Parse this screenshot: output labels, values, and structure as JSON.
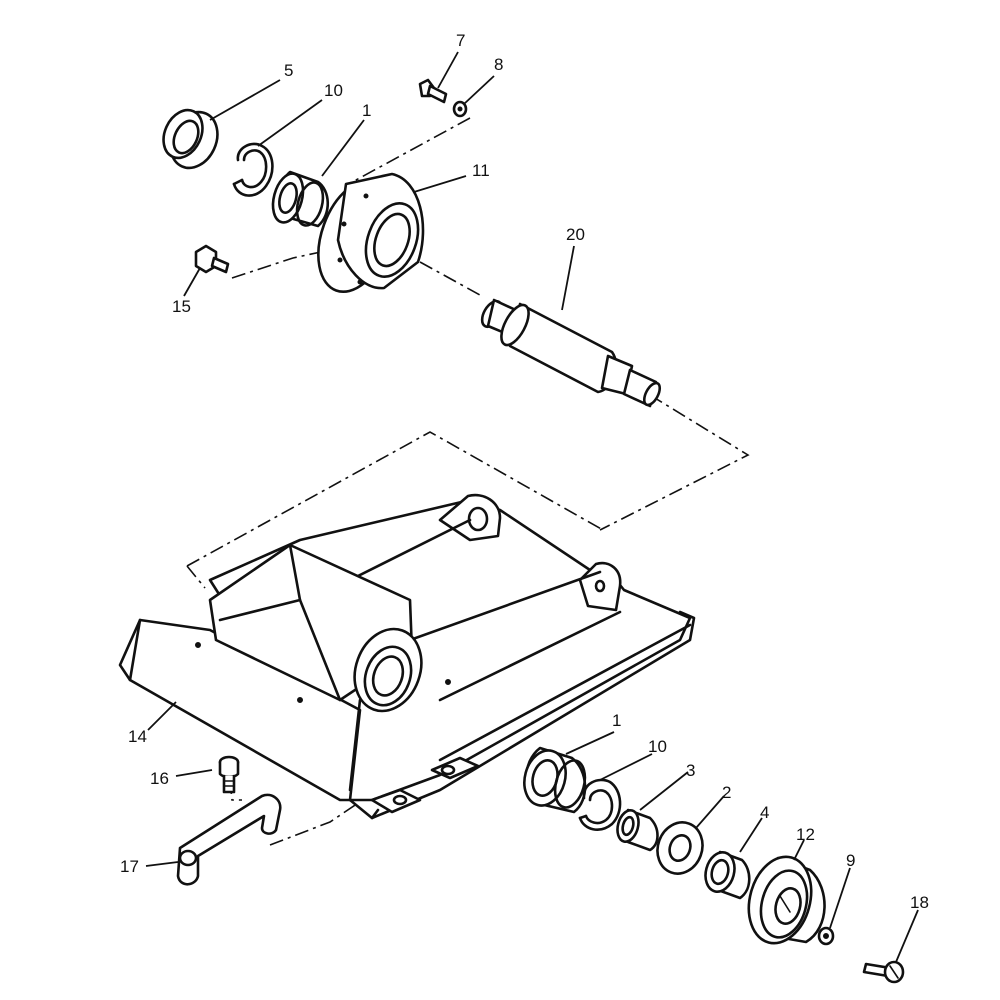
{
  "callouts": [
    {
      "id": "c5",
      "text": "5"
    },
    {
      "id": "c10a",
      "text": "10"
    },
    {
      "id": "c1a",
      "text": "1"
    },
    {
      "id": "c7",
      "text": "7"
    },
    {
      "id": "c8",
      "text": "8"
    },
    {
      "id": "c11",
      "text": "11"
    },
    {
      "id": "c20",
      "text": "20"
    },
    {
      "id": "c15",
      "text": "15"
    },
    {
      "id": "c14",
      "text": "14"
    },
    {
      "id": "c16",
      "text": "16"
    },
    {
      "id": "c17",
      "text": "17"
    },
    {
      "id": "c1b",
      "text": "1"
    },
    {
      "id": "c10b",
      "text": "10"
    },
    {
      "id": "c3",
      "text": "3"
    },
    {
      "id": "c2",
      "text": "2"
    },
    {
      "id": "c4",
      "text": "4"
    },
    {
      "id": "c12",
      "text": "12"
    },
    {
      "id": "c9",
      "text": "9"
    },
    {
      "id": "c18",
      "text": "18"
    }
  ]
}
